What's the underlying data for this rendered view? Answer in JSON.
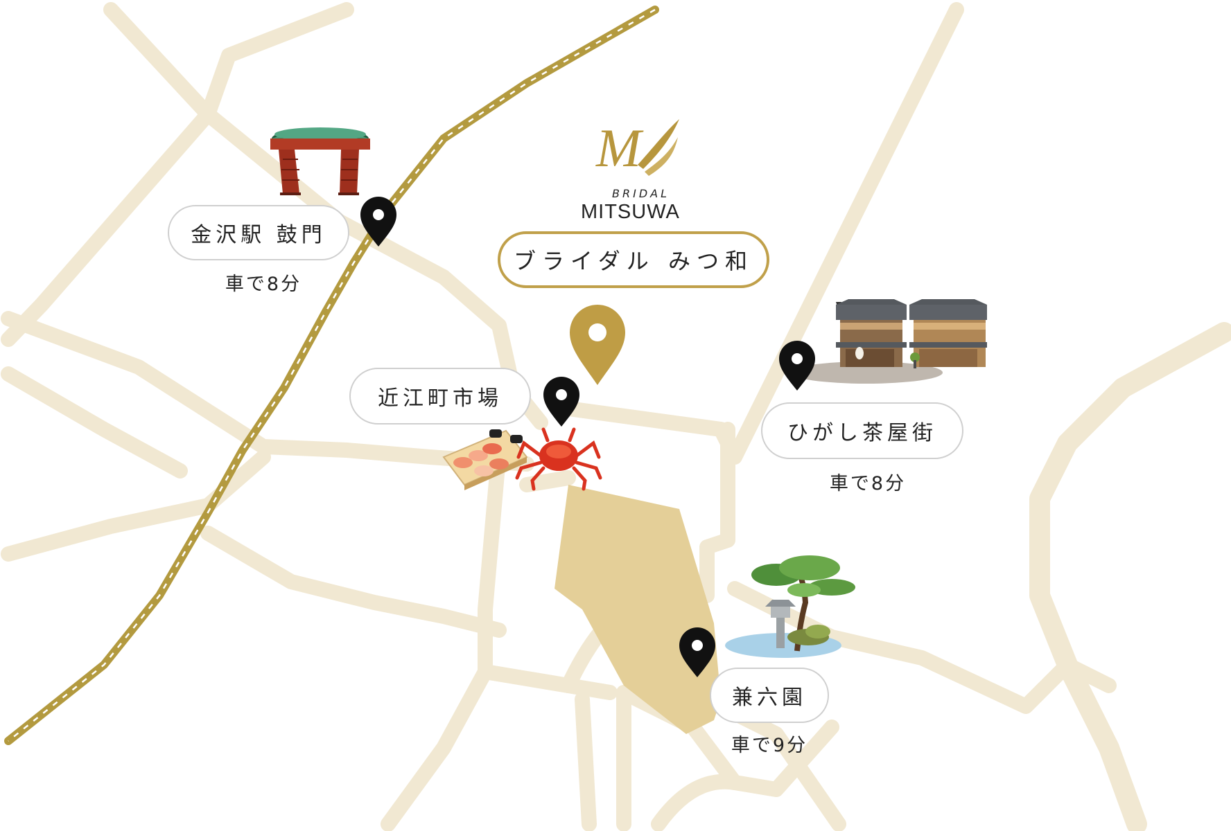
{
  "map": {
    "colors": {
      "road": "#f1e8d2",
      "park": "#e4cf98",
      "rail_gold": "#b39a3f",
      "pin_main": "#bf9d45",
      "pin_poi": "#111111"
    }
  },
  "logo": {
    "mark": "M",
    "subtitle": "BRIDAL",
    "name": "MITSUWA"
  },
  "venue": {
    "name": "ブライダル みつ和",
    "pin_icon": "gold-map-pin-icon"
  },
  "landmarks": [
    {
      "id": "kanazawa-station",
      "name": "金沢駅 鼓門",
      "travel_time": "車で8分",
      "icon": "tsuzumimon-gate-icon"
    },
    {
      "id": "omicho-market",
      "name": "近江町市場",
      "icon": "sushi-and-crab-icon"
    },
    {
      "id": "higashi-chaya",
      "name": "ひがし茶屋街",
      "travel_time": "車で8分",
      "icon": "teahouse-street-icon"
    },
    {
      "id": "kenrokuen",
      "name": "兼六園",
      "travel_time": "車で9分",
      "icon": "garden-lantern-icon"
    }
  ]
}
